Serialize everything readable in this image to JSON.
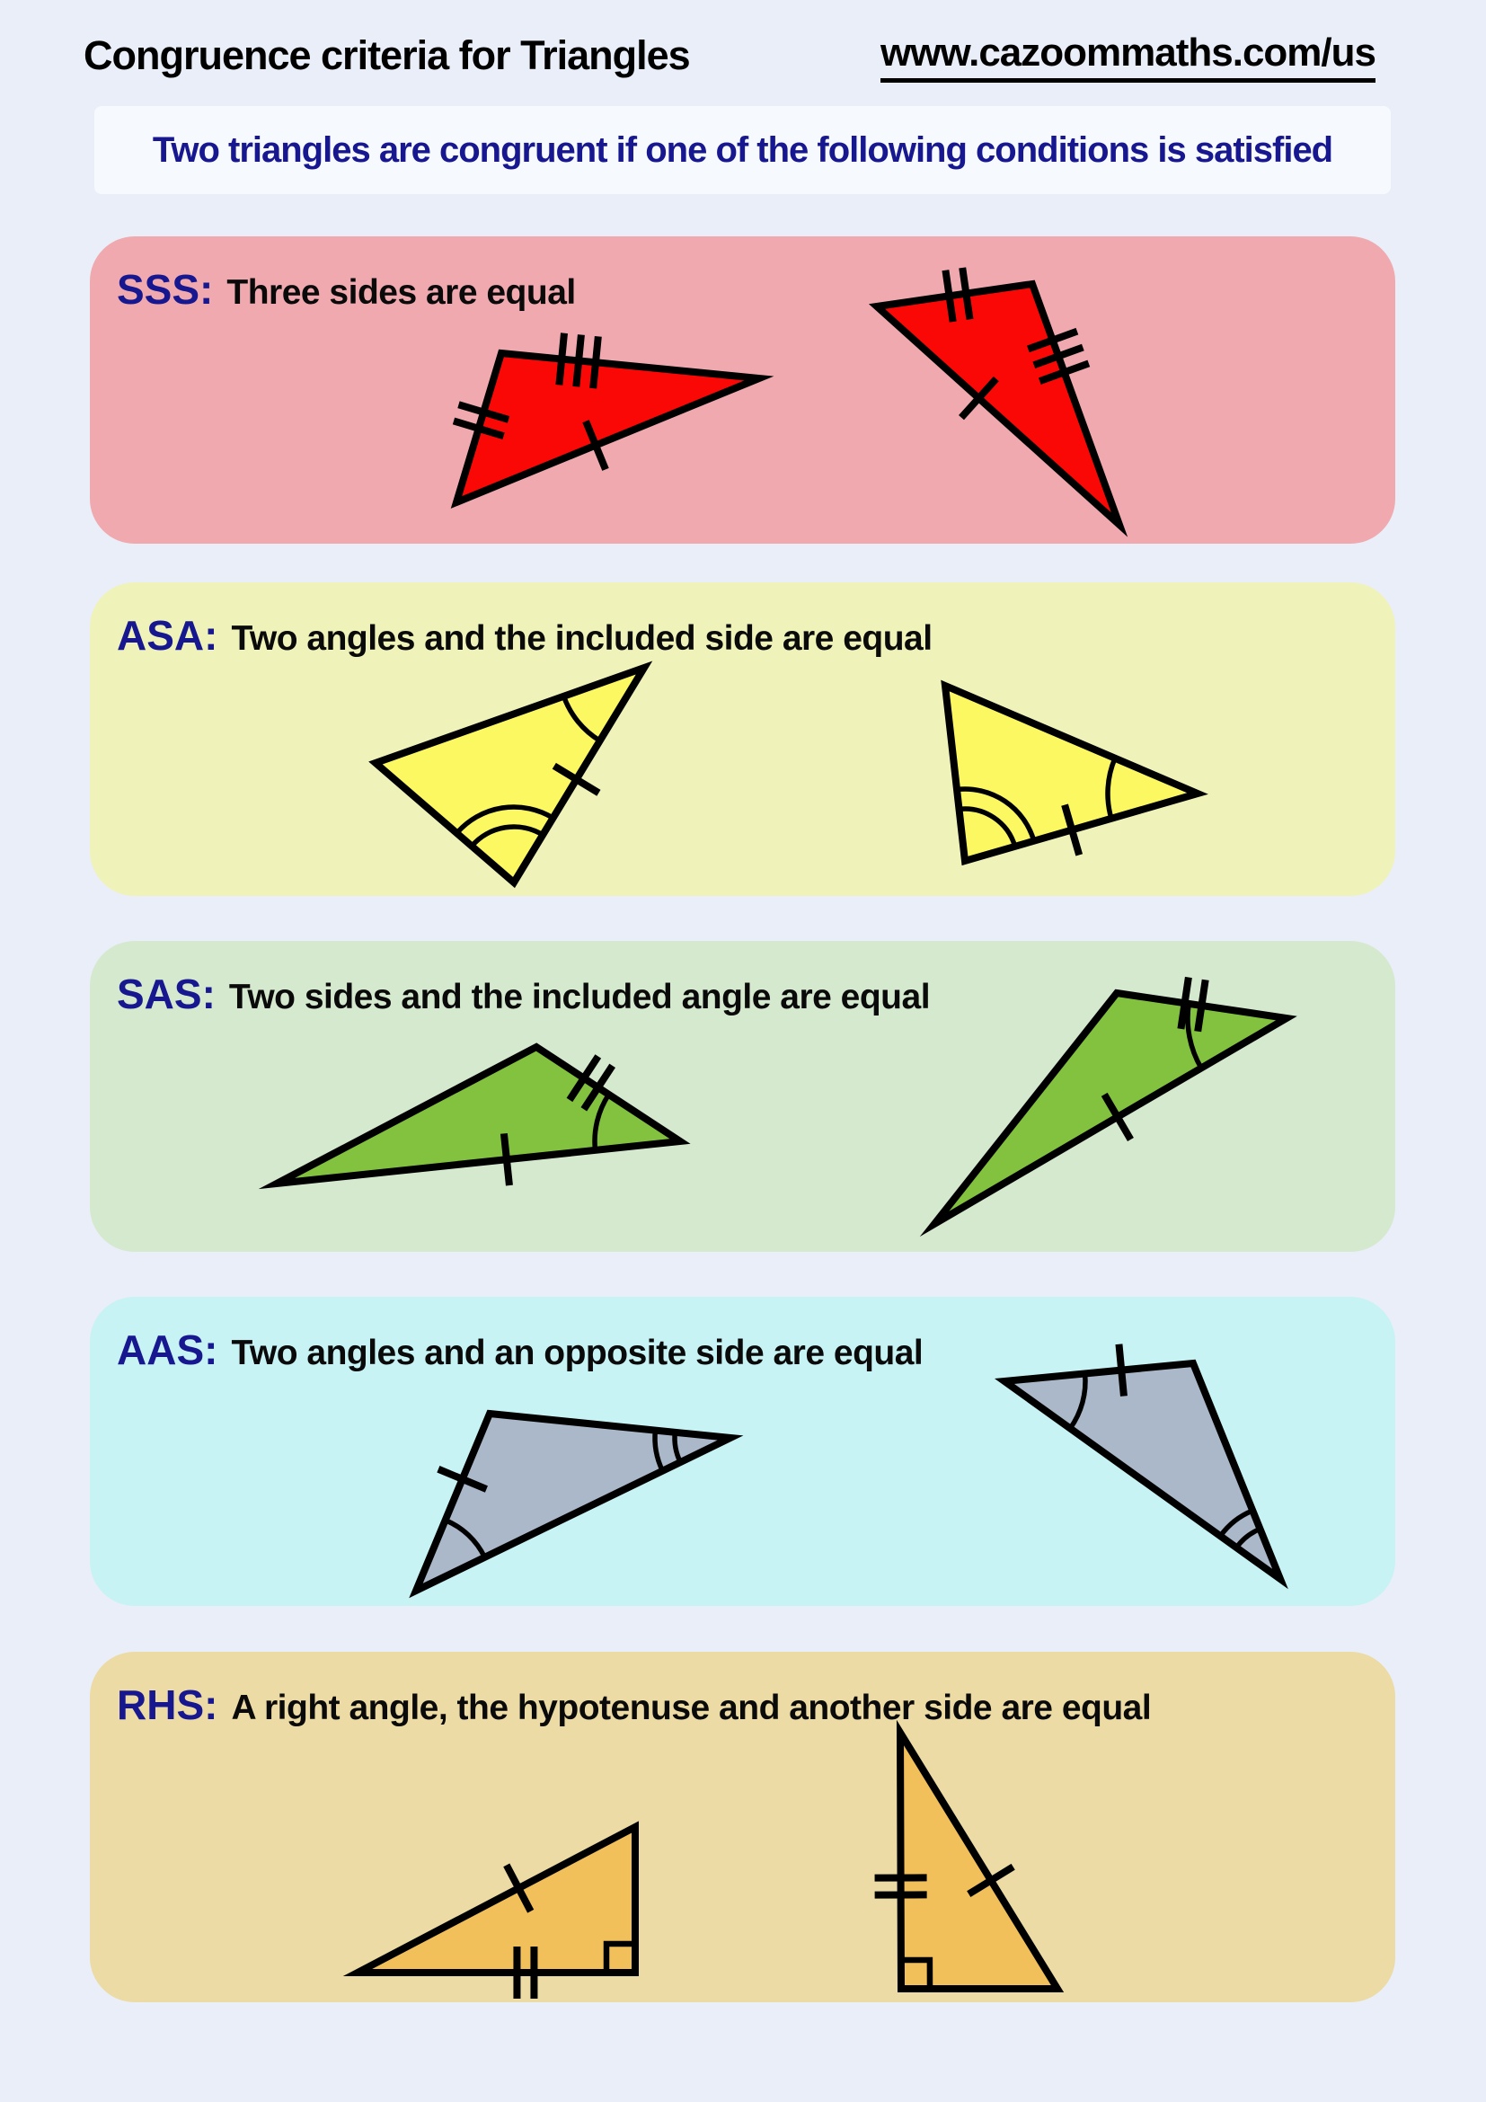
{
  "header": {
    "title": "Congruence criteria for Triangles",
    "url": "www.cazoommaths.com/us"
  },
  "subtitle": {
    "text": "Two triangles are congruent if one of the following conditions is satisfied"
  },
  "colors": {
    "page_bg": "#e9eef8",
    "strip_bg": "#f6f9fd",
    "heading_text": "#000000",
    "criterion_label": "#17178f",
    "subtitle_text": "#17178f",
    "triangle_outline": "#000000"
  },
  "panels": [
    {
      "id": "SSS",
      "label": "SSS:",
      "description": "Three sides are equal",
      "bg": "#f0a9ae",
      "triangles": [
        {
          "fill": "#f90805",
          "points": [
            [
              458,
              130
            ],
            [
              745,
              158
            ],
            [
              408,
              296
            ]
          ],
          "ticks": [
            {
              "edge": [
                0,
                1
              ],
              "t": 0.3,
              "count": 3
            },
            {
              "edge": [
                0,
                2
              ],
              "t": 0.45,
              "count": 2
            },
            {
              "edge": [
                1,
                2
              ],
              "t": 0.54,
              "count": 1
            }
          ],
          "arcs": [],
          "right_angle": null
        },
        {
          "fill": "#f90805",
          "points": [
            [
              876,
              78
            ],
            [
              1049,
              53
            ],
            [
              1146,
              321
            ]
          ],
          "ticks": [
            {
              "edge": [
                0,
                1
              ],
              "t": 0.52,
              "count": 2
            },
            {
              "edge": [
                1,
                2
              ],
              "t": 0.3,
              "count": 3
            },
            {
              "edge": [
                0,
                2
              ],
              "t": 0.42,
              "count": 1
            }
          ],
          "arcs": [],
          "right_angle": null
        }
      ]
    },
    {
      "id": "ASA",
      "label": "ASA:",
      "description": "Two angles and the included side are equal",
      "bg": "#eff3ba",
      "triangles": [
        {
          "fill": "#fbf862",
          "points": [
            [
              617,
              95
            ],
            [
              318,
              201
            ],
            [
              472,
              334
            ]
          ],
          "ticks": [
            {
              "edge": [
                0,
                2
              ],
              "t": 0.52,
              "count": 1
            }
          ],
          "arcs": [
            {
              "vertex": 0,
              "radii": [
                95
              ]
            },
            {
              "vertex": 2,
              "radii": [
                62,
                84
              ]
            }
          ],
          "right_angle": null
        },
        {
          "fill": "#fbf862",
          "points": [
            [
              952,
              115
            ],
            [
              1233,
              235
            ],
            [
              974,
              310
            ]
          ],
          "ticks": [
            {
              "edge": [
                2,
                1
              ],
              "t": 0.46,
              "count": 1
            }
          ],
          "arcs": [
            {
              "vertex": 1,
              "radii": [
                100
              ]
            },
            {
              "vertex": 2,
              "radii": [
                58,
                80
              ]
            }
          ],
          "right_angle": null
        }
      ]
    },
    {
      "id": "SAS",
      "label": "SAS:",
      "description": "Two sides and the included angle are equal",
      "bg": "#d5e9cf",
      "triangles": [
        {
          "fill": "#82c23e",
          "points": [
            [
              497,
              118
            ],
            [
              208,
              270
            ],
            [
              657,
              223
            ]
          ],
          "ticks": [
            {
              "edge": [
                0,
                2
              ],
              "t": 0.38,
              "count": 2
            },
            {
              "edge": [
                1,
                2
              ],
              "t": 0.57,
              "count": 1
            }
          ],
          "arcs": [
            {
              "vertex": 2,
              "radii": [
                95
              ]
            }
          ],
          "right_angle": null
        },
        {
          "fill": "#82c23e",
          "points": [
            [
              1143,
              58
            ],
            [
              1332,
              86
            ],
            [
              940,
              315
            ]
          ],
          "ticks": [
            {
              "edge": [
                0,
                1
              ],
              "t": 0.45,
              "count": 2
            },
            {
              "edge": [
                2,
                1
              ],
              "t": 0.52,
              "count": 1
            }
          ],
          "arcs": [
            {
              "vertex": 1,
              "radii": [
                110
              ]
            }
          ],
          "right_angle": null
        }
      ]
    },
    {
      "id": "AAS",
      "label": "AAS:",
      "description": "Two angles and an opposite side are equal",
      "bg": "#c7f3f5",
      "triangles": [
        {
          "fill": "#aab8c9",
          "points": [
            [
              445,
              130
            ],
            [
              713,
              157
            ],
            [
              363,
              327
            ]
          ],
          "ticks": [
            {
              "edge": [
                0,
                2
              ],
              "t": 0.37,
              "count": 1
            }
          ],
          "arcs": [
            {
              "vertex": 1,
              "radii": [
                62,
                84
              ]
            },
            {
              "vertex": 2,
              "radii": [
                85
              ]
            }
          ],
          "right_angle": null
        },
        {
          "fill": "#aab8c9",
          "points": [
            [
              1018,
              94
            ],
            [
              1228,
              74
            ],
            [
              1325,
              314
            ]
          ],
          "ticks": [
            {
              "edge": [
                0,
                1
              ],
              "t": 0.62,
              "count": 1
            }
          ],
          "arcs": [
            {
              "vertex": 0,
              "radii": [
                90
              ]
            },
            {
              "vertex": 2,
              "radii": [
                60,
                82
              ]
            }
          ],
          "right_angle": null
        }
      ]
    },
    {
      "id": "RHS",
      "label": "RHS:",
      "description": "A right angle, the hypotenuse and another side are equal",
      "bg": "#ecdba4",
      "triangles": [
        {
          "fill": "#f2c05a",
          "points": [
            [
              298,
              357
            ],
            [
              607,
              195
            ],
            [
              607,
              357
            ]
          ],
          "ticks": [
            {
              "edge": [
                0,
                1
              ],
              "t": 0.58,
              "count": 1
            },
            {
              "edge": [
                0,
                2
              ],
              "t": 0.605,
              "count": 2
            }
          ],
          "arcs": [],
          "right_angle": {
            "vertex": 2,
            "size": 32
          }
        },
        {
          "fill": "#f2c05a",
          "points": [
            [
              902,
              90
            ],
            [
              903,
              375
            ],
            [
              1077,
              375
            ]
          ],
          "ticks": [
            {
              "edge": [
                0,
                1
              ],
              "t": 0.6,
              "count": 2
            },
            {
              "edge": [
                0,
                2
              ],
              "t": 0.577,
              "count": 1
            }
          ],
          "arcs": [],
          "right_angle": {
            "vertex": 1,
            "size": 32
          }
        }
      ]
    }
  ]
}
